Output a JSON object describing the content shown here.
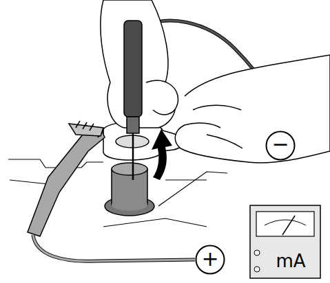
{
  "diagram": {
    "nodes": [
      {
        "text": [
          "−"
        ]
      },
      {
        "text": [
          "mA"
        ]
      },
      {
        "text": [
          "+"
        ]
      }
    ]
  }
}
